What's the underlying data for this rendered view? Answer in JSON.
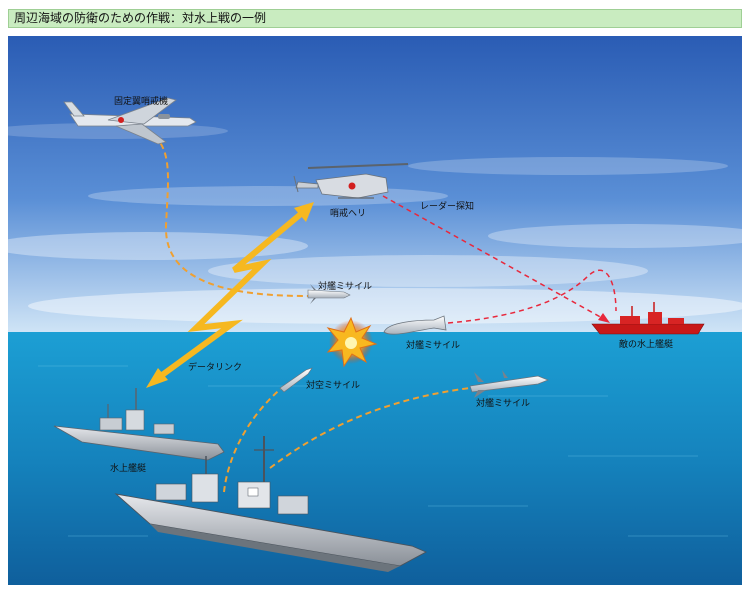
{
  "title": "周辺海域の防衛のための作戦：対水上戦の一例",
  "labels": {
    "patrol_aircraft": "固定翼哨戒機",
    "patrol_helicopter": "哨戒ヘリ",
    "radar_detection": "レーダー探知",
    "anti_ship_missile_1": "対艦ミサイル",
    "enemy_ship": "敵の水上艦艇",
    "anti_ship_missile_2": "対艦ミサイル",
    "data_link": "データリンク",
    "anti_air_missile": "対空ミサイル",
    "anti_ship_missile_3": "対艦ミサイル",
    "surface_ship": "水上艦艇"
  },
  "colors": {
    "title_bg": "#c9ecc0",
    "sky_top": "#2f63b8",
    "sea": "#1a8fc4",
    "orange_path": "#f0a030",
    "red_path": "#e8283c",
    "lightning": "#f6b820",
    "enemy_ship": "#c81818"
  }
}
